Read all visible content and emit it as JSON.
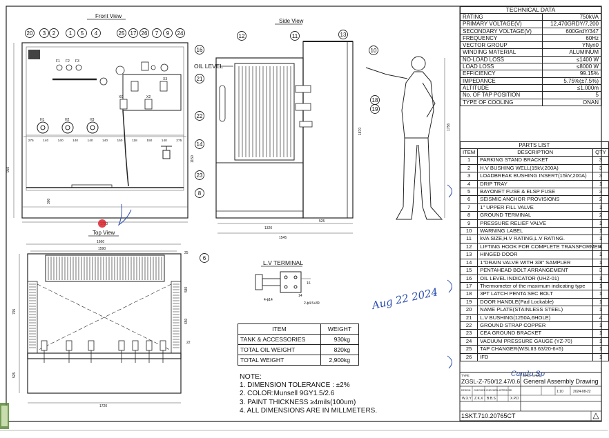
{
  "views": {
    "front": "Front View",
    "side": "Side View",
    "top": "Top View",
    "lv_terminal": "L.V TERMINAL",
    "oil_level": "OIL LEVEL"
  },
  "front_callouts": [
    "20",
    "3",
    "2",
    "1",
    "5",
    "4",
    "25",
    "17",
    "26",
    "7",
    "9",
    "24",
    "16",
    "21",
    "22",
    "14",
    "23",
    "8"
  ],
  "side_callouts": [
    "12",
    "11",
    "13",
    "10",
    "18",
    "19"
  ],
  "top_callouts": [
    "6"
  ],
  "dims": {
    "front_spacing": [
      "275",
      "140",
      "140",
      "140",
      "140",
      "140",
      "150",
      "118",
      "150",
      "140",
      "275"
    ],
    "front_height": "950",
    "front_inner": "1150",
    "front_base": "300",
    "front_width": "1720",
    "side_bottom1": "1320",
    "side_bottom2": "525",
    "side_total": "1545",
    "side_height": "1756",
    "side_door": "1870",
    "top_w1": "1660",
    "top_w2": "1590",
    "top_h1": "795",
    "top_h2": "525",
    "top_w3": "1720",
    "top_r1": "25",
    "top_r2": "580",
    "top_r3": "650",
    "top_r4": "22",
    "lv_d1": "4-ϕ14",
    "lv_d2": "2-ϕ4.5+89",
    "lv_d3": "16",
    "lv_d4": "14"
  },
  "technical": {
    "title": "TECHNICAL DATA",
    "rows": [
      {
        "k": "RATING",
        "v": "750kVA"
      },
      {
        "k": "PRIMARY VOLTAGE(V)",
        "v": "12,470GRDY/7,200"
      },
      {
        "k": "SECONDARY VOLTAGE(V)",
        "v": "600GrdY/347"
      },
      {
        "k": "FREQUENCY",
        "v": "60Hz"
      },
      {
        "k": "VECTOR  GROUP",
        "v": "YNyn0"
      },
      {
        "k": "WINDING MATERIAL",
        "v": "ALUMINUM"
      },
      {
        "k": "NO-LOAD LOSS",
        "v": "≤1400 W"
      },
      {
        "k": "LOAD LOSS",
        "v": "≤8000 W"
      },
      {
        "k": "EFFICIENCY",
        "v": "99.15%"
      },
      {
        "k": "IMPEDANCE",
        "v": "5.75%(±7.5%)"
      },
      {
        "k": "ALTITUDE",
        "v": "≤1,000m"
      },
      {
        "k": "No. OF TAP POSITION",
        "v": "5"
      },
      {
        "k": "TYPE OF COOLING",
        "v": "ONAN"
      }
    ]
  },
  "parts": {
    "title": "PARTS LIST",
    "headers": [
      "ITEM",
      "DESCRIPTION",
      "QTY"
    ],
    "rows": [
      [
        "1",
        "PARKING STAND BRACKET",
        "3"
      ],
      [
        "2",
        "H.V BUSHING WELL(15kV,200A)",
        "3"
      ],
      [
        "3",
        "LOADBREAK BUSHING INSERT(15kV,200A)",
        "3"
      ],
      [
        "4",
        "DRIP TRAY",
        "1"
      ],
      [
        "5",
        "BAYONET FUSE & ELSP FUSE",
        "3"
      ],
      [
        "6",
        "SEISMIC ANCHOR PROVISIONS",
        "2"
      ],
      [
        "7",
        "1\" UPPER FILL VALVE",
        "1"
      ],
      [
        "8",
        "GROUND TERMINAL",
        "2"
      ],
      [
        "9",
        "PRESSURE RELIEF VALVE",
        "1"
      ],
      [
        "10",
        "WARNING LABEL",
        "1"
      ],
      [
        "11",
        "kVA SIZE,H.V RATING,L.V RATING.",
        "1"
      ],
      [
        "12",
        "LIFTING HOOK FOR COMPLETE TRANSFORMER",
        "4"
      ],
      [
        "13",
        "HINGED DOOR",
        "1"
      ],
      [
        "14",
        "1\"DRAIN VALVE WITH 3/8\" SAMPLER",
        "1"
      ],
      [
        "15",
        "PENTAHEAD BOLT ARRANGEMENT",
        "3"
      ],
      [
        "16",
        "OIL LEVEL INDICATOR (UHZ-01)",
        "1"
      ],
      [
        "17",
        "Thermometer of the maximum indicating type",
        "1"
      ],
      [
        "18",
        "3PT LATCH PENTA SEC BOLT",
        "1"
      ],
      [
        "19",
        "DOOR HANDLE(Pad Lockable)",
        "1"
      ],
      [
        "20",
        "NAME PLATE(STAINLESS STEEL)",
        "1"
      ],
      [
        "21",
        "L.V BUSHING(1250A,6HOLE)",
        "4"
      ],
      [
        "22",
        "GROUND STRAP COPPER",
        "1"
      ],
      [
        "23",
        "CEA GROUND BRACKET",
        "1"
      ],
      [
        "24",
        "VACUUM PRESSURE GAUGE (YZ-70)",
        "1"
      ],
      [
        "25",
        "TAP CHANGER(WSLII3 63/20-6×5)",
        "1"
      ],
      [
        "26",
        "IFD",
        "1"
      ]
    ]
  },
  "weight": {
    "headers": [
      "ITEM",
      "WEIGHT"
    ],
    "rows": [
      [
        "TANK & ACCESSORIES",
        "930kg"
      ],
      [
        "TOTAL OIL WEIGHT",
        "820kg"
      ],
      [
        "TOTAL WEIGHT",
        "2,900kg"
      ]
    ]
  },
  "notes": {
    "title": "NOTE:",
    "items": [
      "1. DIMENSION TOLERANCE : ±2%",
      "2. COLOR:Munsell 9GY1.5/2.6",
      "3. PAINT THICKNESS  ≥4mils(100um)",
      "4. ALL DIMENSIONS ARE IN MILLMETERS."
    ]
  },
  "title_block": {
    "type_label": "TYPE",
    "type_value": "ZGSL-Z-750/12.47/0.6",
    "name_label": "DWG. NAME",
    "name_value": "General Assembly Drawing",
    "sign_labels": [
      "DESIGN",
      "CHECKED",
      "CHECKED",
      "APPROVED"
    ],
    "signers": [
      "W.X.Y",
      "Z.K.X",
      "B.B.S",
      "",
      "X.P.D"
    ],
    "scale_value": "1:10",
    "date": "2024-08-22",
    "drawing_no": "1SKT.710.20765CT"
  },
  "handwriting": {
    "date": "Aug 22 2024",
    "signature": "Cando Sp"
  },
  "colors": {
    "ink": "#111111",
    "pen_blue": "#2b4fb0",
    "red_mark": "#d9232e",
    "stamp_green": "#5b8a3a"
  }
}
